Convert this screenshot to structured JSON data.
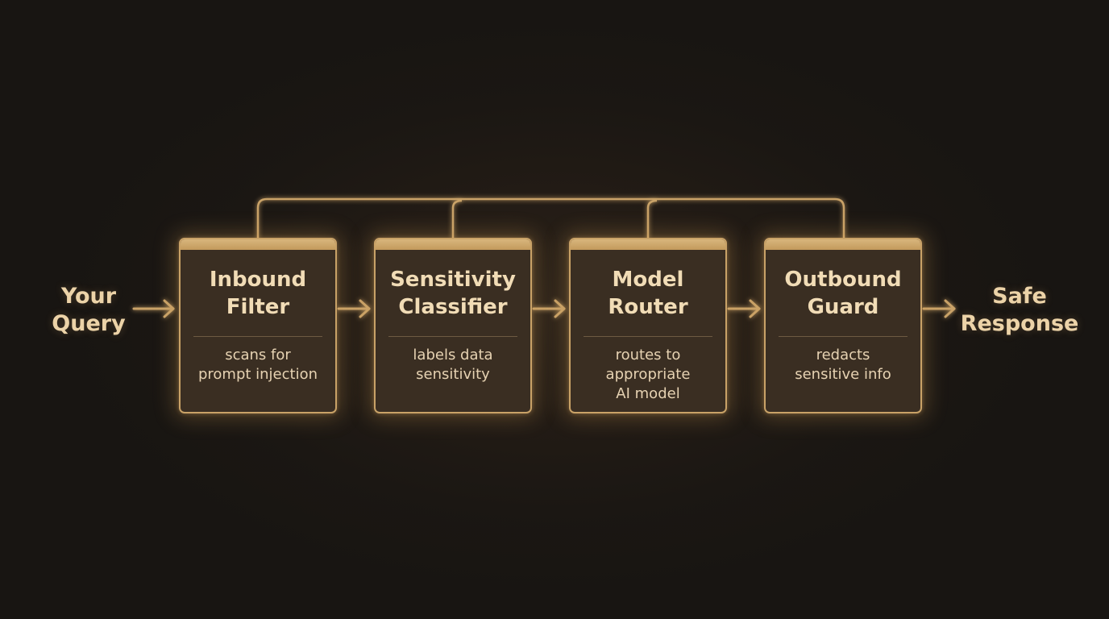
{
  "input": {
    "line1": "Your",
    "line2": "Query"
  },
  "output": {
    "line1": "Safe",
    "line2": "Response"
  },
  "stages": [
    {
      "title1": "Inbound",
      "title2": "Filter",
      "desc": [
        "scans for",
        "prompt injection"
      ]
    },
    {
      "title1": "Sensitivity",
      "title2": "Classifier",
      "desc": [
        "labels data",
        "sensitivity"
      ]
    },
    {
      "title1": "Model",
      "title2": "Router",
      "desc": [
        "routes to",
        "appropriate",
        "AI model"
      ]
    },
    {
      "title1": "Outbound",
      "title2": "Guard",
      "desc": [
        "redacts",
        "sensitive info"
      ]
    }
  ],
  "colors": {
    "accent": "#c9a267",
    "title": "#f1dcb6",
    "text": "#e6d2b2",
    "background": "#1a1613"
  }
}
